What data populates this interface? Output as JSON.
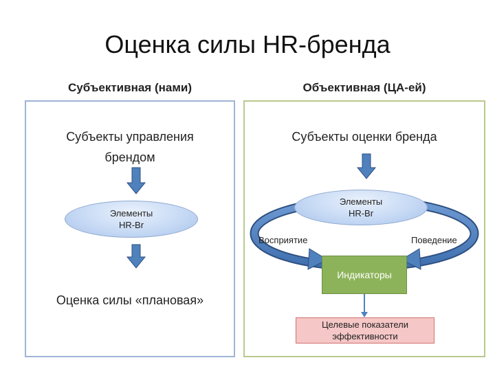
{
  "title": "Оценка силы HR-бренда",
  "left": {
    "heading": "Субъективная (нами)",
    "subjects": [
      "Субъекты управления",
      "брендом"
    ],
    "elements": [
      "Элементы",
      "HR-Br"
    ],
    "result": "Оценка силы «плановая»"
  },
  "right": {
    "heading": "Объективная (ЦА-ей)",
    "subjects": "Субъекты оценки бренда",
    "elements": [
      "Элементы",
      "HR-Br"
    ],
    "perception": "Восприятие",
    "behavior": "Поведение",
    "indicators": "Индикаторы",
    "targets": [
      "Целевые показатели",
      "эффективности"
    ]
  },
  "colors": {
    "arrow_blue": "#4f81bd",
    "green_box": "#8db35a",
    "pink_box": "#f6c7c7",
    "left_border": "#9fb3d6",
    "right_border": "#b9c98d"
  }
}
